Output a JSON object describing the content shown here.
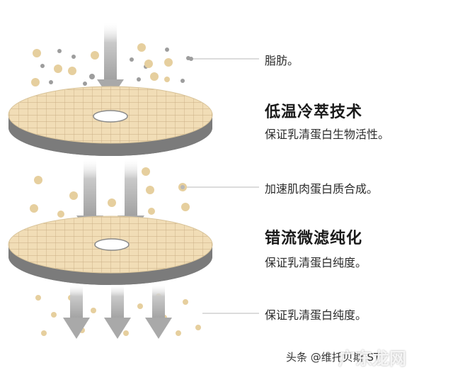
{
  "labels": {
    "fat": "脂肪。",
    "tech1_title": "低温冷萃技术",
    "tech1_desc": "保证乳清蛋白生物活性。",
    "muscle": "加速肌肉蛋白质合成。",
    "tech2_title": "错流微滤纯化",
    "tech2_desc": "保证乳清蛋白纯度。",
    "purity": "保证乳清蛋白纯度。"
  },
  "watermark": {
    "source": "头条 @维托贝斯 ST",
    "site": "广东龙网"
  },
  "colors": {
    "disc_top": "#f1ddb6",
    "grid": "#c9ad84",
    "disc_side": "#7b7b7b",
    "arrow": "#b5b5b5",
    "tan_dot": "#e6cf9e",
    "gray_dot": "#9d9d9d",
    "leader_line": "#b8b8b8"
  }
}
